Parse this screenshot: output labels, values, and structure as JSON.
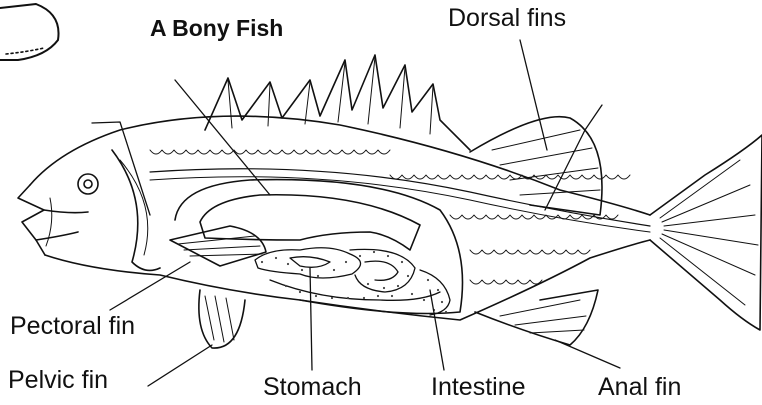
{
  "title": "A Bony Fish",
  "labels": {
    "dorsal_fins": "Dorsal fins",
    "pectoral_fin": "Pectoral fin",
    "pelvic_fin": "Pelvic fin",
    "stomach": "Stomach",
    "intestine": "Intestine",
    "anal_fin": "Anal fin"
  },
  "colors": {
    "ink": "#111111",
    "stipple": "#444444",
    "background": "#ffffff"
  }
}
